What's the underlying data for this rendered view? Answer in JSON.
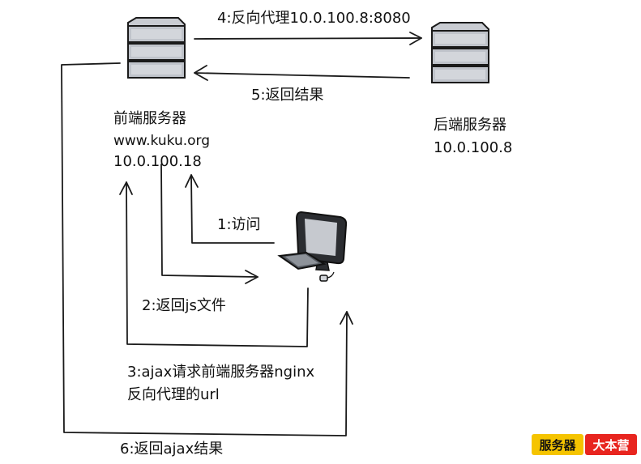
{
  "front_server": {
    "title": "前端服务器",
    "domain": "www.kuku.org",
    "ip": "10.0.100.18"
  },
  "back_server": {
    "title": "后端服务器",
    "ip": "10.0.100.8"
  },
  "steps": {
    "s1": "1:访问",
    "s2": "2:返回js文件",
    "s3_line1": "3:ajax请求前端服务器nginx",
    "s3_line2": "反向代理的url",
    "s4": "4:反向代理10.0.100.8:8080",
    "s5": "5:返回结果",
    "s6": "6:返回ajax结果"
  },
  "badge": {
    "left": "服务器",
    "right": "大本营",
    "left_color": "#f5c400",
    "right_color": "#e8251f"
  }
}
